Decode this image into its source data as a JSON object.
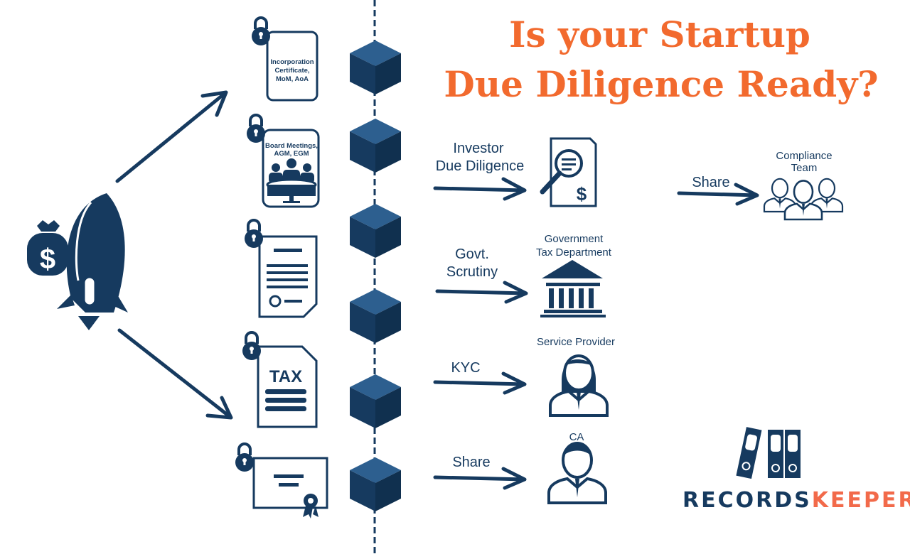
{
  "title": {
    "line1": "Is your Startup",
    "line2": "Due Diligence Ready?"
  },
  "documents": [
    {
      "label_lines": [
        "Incorporation",
        "Certificate,",
        "MoM, AoA"
      ]
    },
    {
      "label_lines": [
        "Board Meetings,",
        "AGM, EGM"
      ]
    },
    {
      "label_lines": []
    },
    {
      "label_lines": [
        "TAX"
      ]
    },
    {
      "label_lines": []
    }
  ],
  "flows": [
    {
      "action_lines": [
        "Investor",
        "Due Diligence"
      ],
      "target_lines": []
    },
    {
      "action_lines": [
        "Govt.",
        "Scrutiny"
      ],
      "target_lines": [
        "Government",
        "Tax Department"
      ]
    },
    {
      "action_lines": [
        "KYC"
      ],
      "target_lines": [
        "Service Provider"
      ]
    },
    {
      "action_lines": [
        "Share"
      ],
      "target_lines": [
        "CA"
      ]
    }
  ],
  "compliance": {
    "action": "Share",
    "target_lines": [
      "Compliance",
      "Team"
    ]
  },
  "logo": {
    "part1": "RECORDS",
    "part2": "KEEPER’s"
  },
  "colors": {
    "navy": "#163a5f",
    "orange": "#f26a2e",
    "cube_top": "#2d5f8f",
    "cube_side": "#10304f"
  }
}
